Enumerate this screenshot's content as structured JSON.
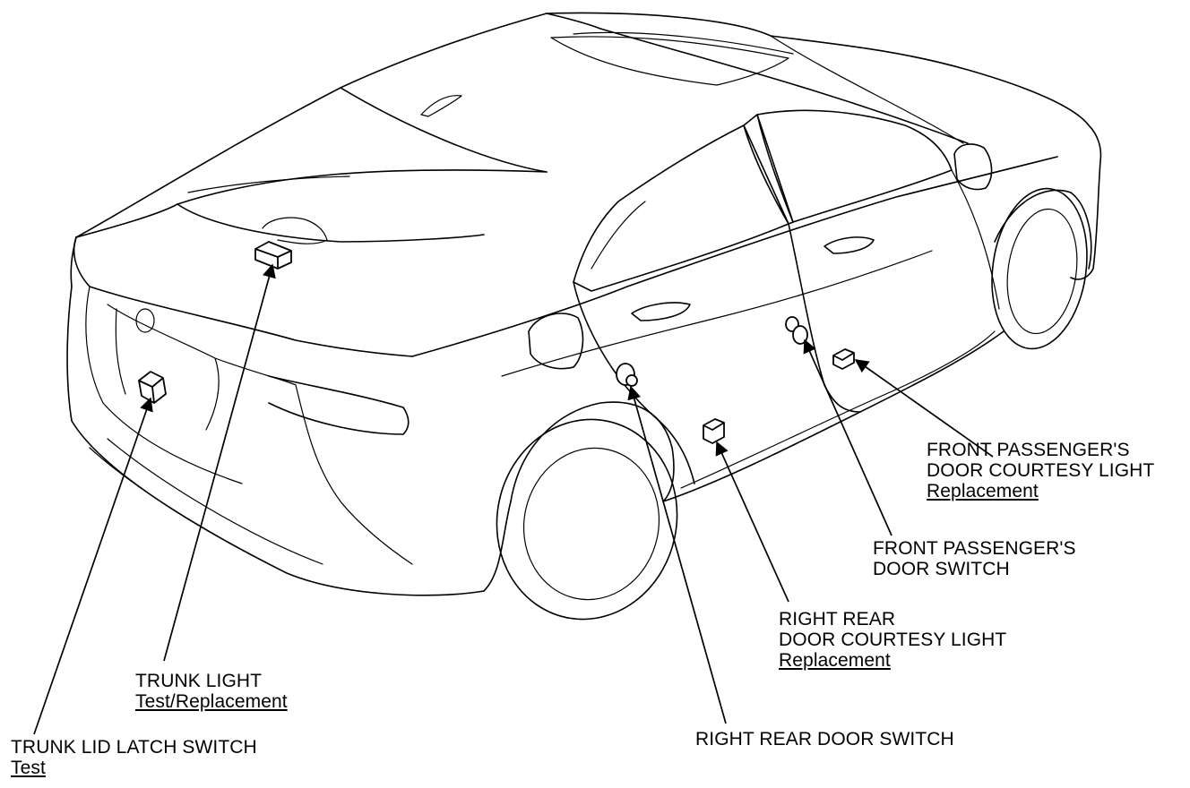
{
  "labels": {
    "front_door_courtesy_light": {
      "line1": "FRONT PASSENGER'S",
      "line2": "DOOR COURTESY LIGHT",
      "link": "Replacement"
    },
    "front_door_switch": {
      "line1": "FRONT PASSENGER'S",
      "line2": "DOOR SWITCH"
    },
    "rear_door_courtesy_light": {
      "line1": "RIGHT REAR",
      "line2": "DOOR COURTESY LIGHT",
      "link": "Replacement"
    },
    "trunk_light": {
      "line1": "TRUNK LIGHT",
      "link": "Test/Replacement"
    },
    "trunk_lid_latch_switch": {
      "line1": "TRUNK LID LATCH SWITCH",
      "link": "Test"
    },
    "rear_door_switch": {
      "line1": "RIGHT REAR DOOR SWITCH"
    }
  },
  "style": {
    "line_color": "#000000",
    "background": "#ffffff"
  }
}
